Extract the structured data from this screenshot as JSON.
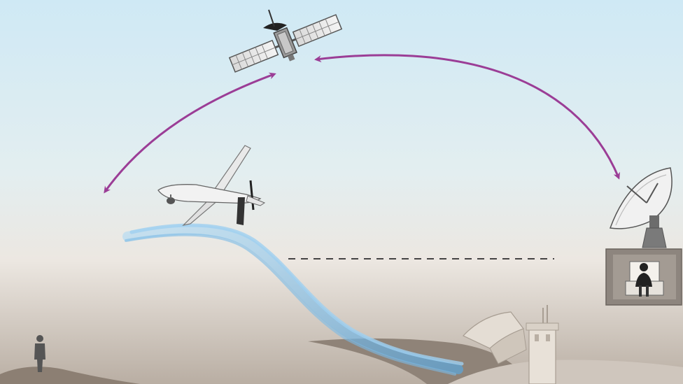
{
  "diagram": {
    "nodes": [
      {
        "id": "satellite",
        "icon": "satellite-icon"
      },
      {
        "id": "drone",
        "icon": "drone-icon"
      },
      {
        "id": "ground-station",
        "icon": "satellite-dish-icon"
      },
      {
        "id": "operator",
        "icon": "operator-icon"
      },
      {
        "id": "target-person",
        "icon": "person-icon"
      },
      {
        "id": "compound",
        "icon": "building-icon"
      }
    ],
    "links": [
      {
        "from": "satellite",
        "to": "drone",
        "bidirectional": true
      },
      {
        "from": "satellite",
        "to": "ground-station",
        "bidirectional": true
      }
    ]
  },
  "colors": {
    "link_arrow": "#9b3d96",
    "sky_top": "#cfe9f5",
    "ground": "#b9aea3",
    "weapon_trail": "#6fb4e0",
    "control_room": "#8d857e"
  }
}
